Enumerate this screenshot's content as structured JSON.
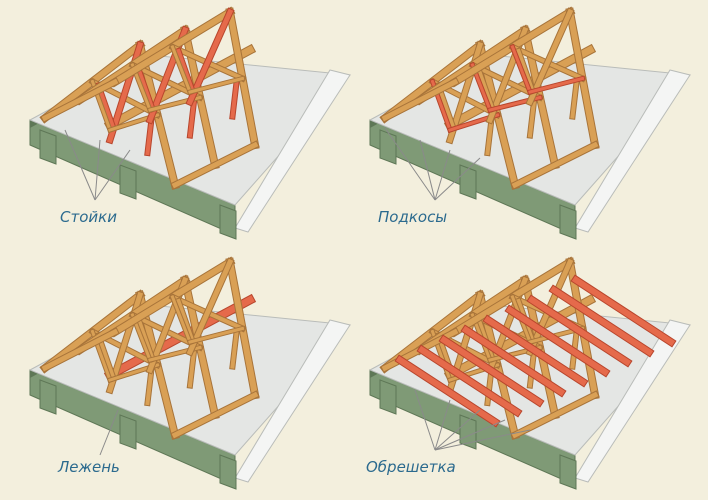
{
  "colors": {
    "background": "#f3efdd",
    "wall": "#7f9a76",
    "wall_dark": "#5e7756",
    "floor": "#e4e6e4",
    "floor_edge": "#b9bcb9",
    "timber": "#d9a055",
    "timber_dark": "#a8743a",
    "highlight": "#e56a4b",
    "highlight_dark": "#b8462d",
    "label": "#2b6a8e",
    "leader": "#8a8a8a"
  },
  "panels": [
    {
      "id": "stoiki",
      "label": "Стойки",
      "highlight": "posts"
    },
    {
      "id": "podkosy",
      "label": "Подкосы",
      "highlight": "braces"
    },
    {
      "id": "lezhen",
      "label": "Лежень",
      "highlight": "sill"
    },
    {
      "id": "obreshetka",
      "label": "Обрешетка",
      "highlight": "battens"
    }
  ]
}
